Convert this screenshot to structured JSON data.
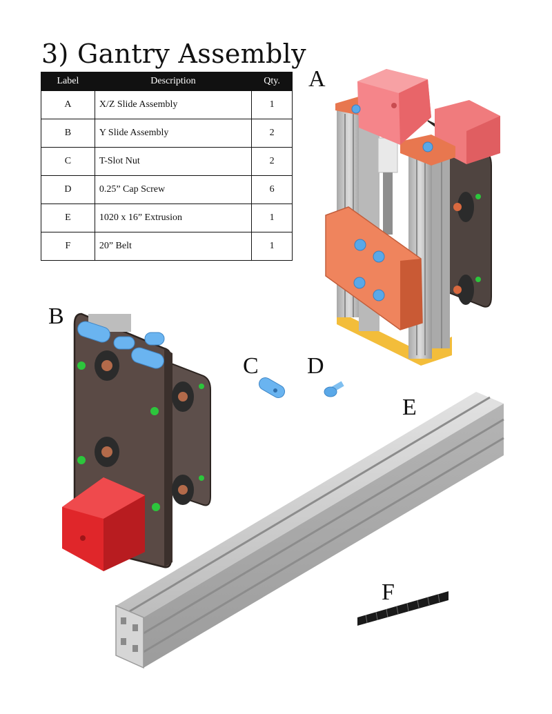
{
  "page": {
    "title": "3) Gantry Assembly"
  },
  "parts_table": {
    "headers": {
      "label": "Label",
      "description": "Description",
      "qty": "Qty."
    },
    "rows": [
      {
        "label": "A",
        "description": "X/Z Slide Assembly",
        "qty": "1"
      },
      {
        "label": "B",
        "description": "Y Slide Assembly",
        "qty": "2"
      },
      {
        "label": "C",
        "description": "T-Slot Nut",
        "qty": "2"
      },
      {
        "label": "D",
        "description": "0.25” Cap Screw",
        "qty": "6"
      },
      {
        "label": "E",
        "description": "1020 x 16” Extrusion",
        "qty": "1"
      },
      {
        "label": "F",
        "description": "20” Belt",
        "qty": "1"
      }
    ]
  },
  "callouts": {
    "a": "A",
    "b": "B",
    "c": "C",
    "d": "D",
    "e": "E",
    "f": "F"
  },
  "colors": {
    "motor_red": "#e0262a",
    "motor_pink": "#f0777a",
    "plate_orange": "#e8774f",
    "plate_dark": "#5a4a45",
    "screw_blue": "#5aa8e8",
    "nut_green": "#2cc63c",
    "rail_gray": "#c8c8c8",
    "base_yellow": "#f3bd3a",
    "belt_black": "#1a1a1a"
  }
}
